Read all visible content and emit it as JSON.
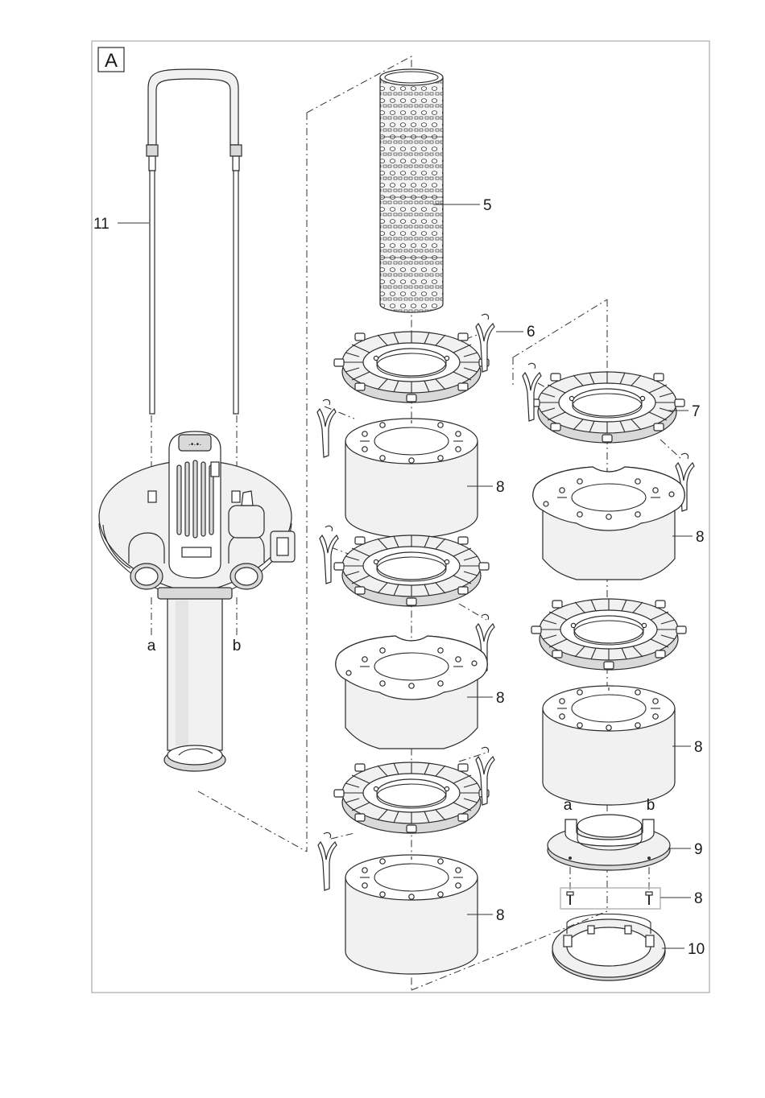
{
  "figure_tag": "A",
  "callouts": {
    "c11": "11",
    "c5": "5",
    "c6": "6",
    "c7": "7",
    "c8_a": "8",
    "c8_b": "8",
    "c8_c": "8",
    "c8_d": "8",
    "c8_e": "8",
    "c8_f": "8",
    "c9": "9",
    "c10": "10"
  },
  "connector_labels": {
    "left_a": "a",
    "left_b": "b",
    "right_a": "a",
    "right_b": "b"
  }
}
